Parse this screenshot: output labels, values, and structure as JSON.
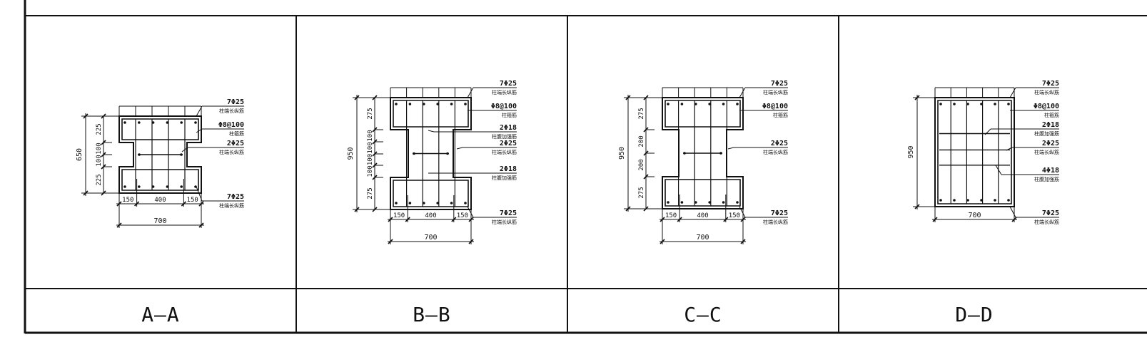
{
  "sections": [
    {
      "label": "A—A",
      "dims": {
        "total_height": "650",
        "rows": [
          "225",
          "100",
          "100",
          "225"
        ],
        "bottom": [
          "150",
          "400",
          "150"
        ],
        "width": "700"
      },
      "notes": [
        {
          "line1": "7Φ25",
          "line2": "柱端长纵筋"
        },
        {
          "line1": "Φ8@100",
          "line2": "柱箍筋"
        },
        {
          "line1": "2Φ25",
          "line2": "柱端长纵筋"
        },
        {
          "line1": "7Φ25",
          "line2": "柱端长纵筋"
        }
      ]
    },
    {
      "label": "B—B",
      "dims": {
        "total_height": "950",
        "rows": [
          "275",
          "100",
          "100",
          "100",
          "100",
          "275"
        ],
        "bottom": [
          "150",
          "400",
          "150"
        ],
        "width": "700"
      },
      "notes": [
        {
          "line1": "7Φ25",
          "line2": "柱端长纵筋"
        },
        {
          "line1": "Φ8@100",
          "line2": "柱箍筋"
        },
        {
          "line1": "2Φ18",
          "line2": "柱腹加强筋"
        },
        {
          "line1": "2Φ25",
          "line2": "柱端长纵筋"
        },
        {
          "line1": "2Φ18",
          "line2": "柱腹加强筋"
        },
        {
          "line1": "7Φ25",
          "line2": "柱端长纵筋"
        }
      ]
    },
    {
      "label": "C—C",
      "dims": {
        "total_height": "950",
        "rows": [
          "275",
          "200",
          "200",
          "275"
        ],
        "bottom": [
          "150",
          "400",
          "150"
        ],
        "width": "700"
      },
      "notes": [
        {
          "line1": "7Φ25",
          "line2": "柱端长纵筋"
        },
        {
          "line1": "Φ8@100",
          "line2": "柱箍筋"
        },
        {
          "line1": "2Φ25",
          "line2": "柱端长纵筋"
        },
        {
          "line1": "7Φ25",
          "line2": "柱端长纵筋"
        }
      ]
    },
    {
      "label": "D—D",
      "dims": {
        "total_height": "950",
        "width": "700"
      },
      "notes": [
        {
          "line1": "7Φ25",
          "line2": "柱端长纵筋"
        },
        {
          "line1": "Φ8@100",
          "line2": "柱箍筋"
        },
        {
          "line1": "2Φ18",
          "line2": "柱腹加强筋"
        },
        {
          "line1": "2Φ25",
          "line2": "柱端长纵筋"
        },
        {
          "line1": "4Φ18",
          "line2": "柱腹加强筋"
        },
        {
          "line1": "7Φ25",
          "line2": "柱端长纵筋"
        }
      ]
    }
  ]
}
